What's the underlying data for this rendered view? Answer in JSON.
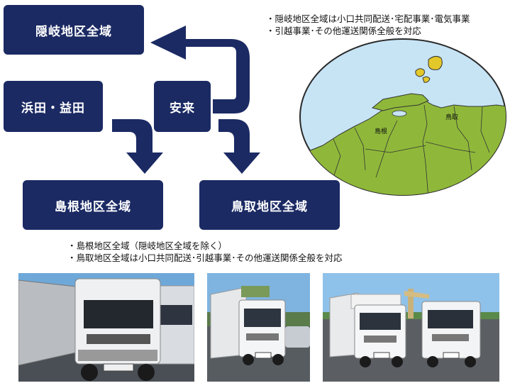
{
  "diagram": {
    "boxes": {
      "oki": "隠岐地区全域",
      "hamada": "浜田・益田",
      "yasugi": "安来",
      "shimane": "島根地区全域",
      "tottori": "鳥取地区全域"
    },
    "notes": {
      "top_line1": "・隠岐地区全域は小口共同配送･宅配事業･電気事業",
      "top_line2": "・引越事業･その他運送関係全般を対応",
      "bottom_line1": "・島根地区全域（隠岐地区全域を除く）",
      "bottom_line2": "・鳥取地区全域は小口共同配送･引越事業･その他運送関係全般を対応"
    },
    "map": {
      "label_shimane": "島根",
      "label_tottori": "鳥取"
    },
    "colors": {
      "box": "#1b2a63",
      "land": "#8fb83a",
      "sea": "#c7e4f5",
      "island": "#e3c82a"
    }
  },
  "photos": [
    {
      "id": "truck-large"
    },
    {
      "id": "truck-medium"
    },
    {
      "id": "truck-pair"
    }
  ]
}
